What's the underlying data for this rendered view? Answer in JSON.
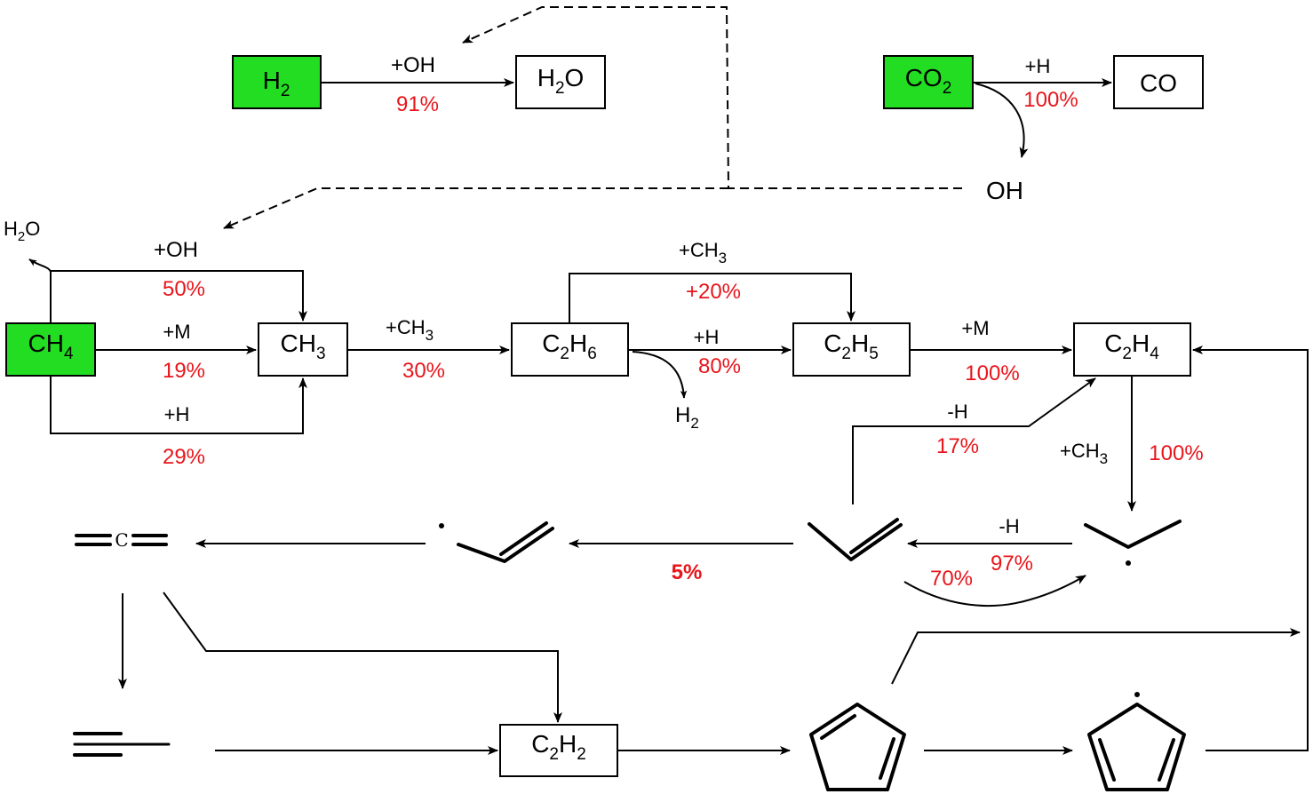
{
  "colors": {
    "feed_species": "#22dd22",
    "percent_text": "#e8151b",
    "line": "#000000"
  },
  "species": {
    "h2_feed": {
      "main": "H",
      "sub": "2"
    },
    "h2o_top": {
      "parts": [
        "H",
        "2",
        "O"
      ]
    },
    "co2": {
      "main": "CO",
      "sub": "2"
    },
    "co": {
      "label": "CO"
    },
    "oh": {
      "label": "OH"
    },
    "h2o_small": {
      "parts": [
        "H",
        "2",
        "O"
      ]
    },
    "ch4": {
      "main": "CH",
      "sub": "4"
    },
    "ch3": {
      "main": "CH",
      "sub": "3"
    },
    "c2h6": {
      "parts": [
        "C",
        "2",
        "H",
        "6"
      ]
    },
    "c2h5": {
      "parts": [
        "C",
        "2",
        "H",
        "5"
      ]
    },
    "c2h4": {
      "parts": [
        "C",
        "2",
        "H",
        "4"
      ]
    },
    "h2_out": {
      "main": "H",
      "sub": "2"
    },
    "c2h2": {
      "parts": [
        "C",
        "2",
        "H",
        "2"
      ]
    },
    "vinylidene_atom": {
      "label": "C"
    }
  },
  "reactions": {
    "h2_to_h2o": {
      "reagent": "+OH",
      "percent": "91%"
    },
    "co2_to_co": {
      "reagent": "+H",
      "percent": "100%"
    },
    "ch4_oh": {
      "reagent": "+OH",
      "percent": "50%"
    },
    "ch4_m": {
      "reagent": "+M",
      "percent": "19%"
    },
    "ch4_h": {
      "reagent": "+H",
      "percent": "29%"
    },
    "ch3_to_c2h6": {
      "reagent_main": "+CH",
      "reagent_sub": "3",
      "percent": "30%"
    },
    "c2h6_ch3": {
      "reagent_main": "+CH",
      "reagent_sub": "3",
      "percent": "+20%"
    },
    "c2h6_h": {
      "reagent": "+H",
      "percent": "80%"
    },
    "c2h5_m": {
      "reagent": "+M",
      "percent": "100%"
    },
    "propene_h": {
      "reagent": "-H",
      "percent": "17%"
    },
    "c2h4_ch3": {
      "reagent_main": "+CH",
      "reagent_sub": "3",
      "percent": "100%"
    },
    "radical_h": {
      "reagent": "-H",
      "percent": "97%"
    },
    "propene_back": {
      "percent": "70%"
    },
    "propene_allyl": {
      "percent": "5%"
    }
  }
}
